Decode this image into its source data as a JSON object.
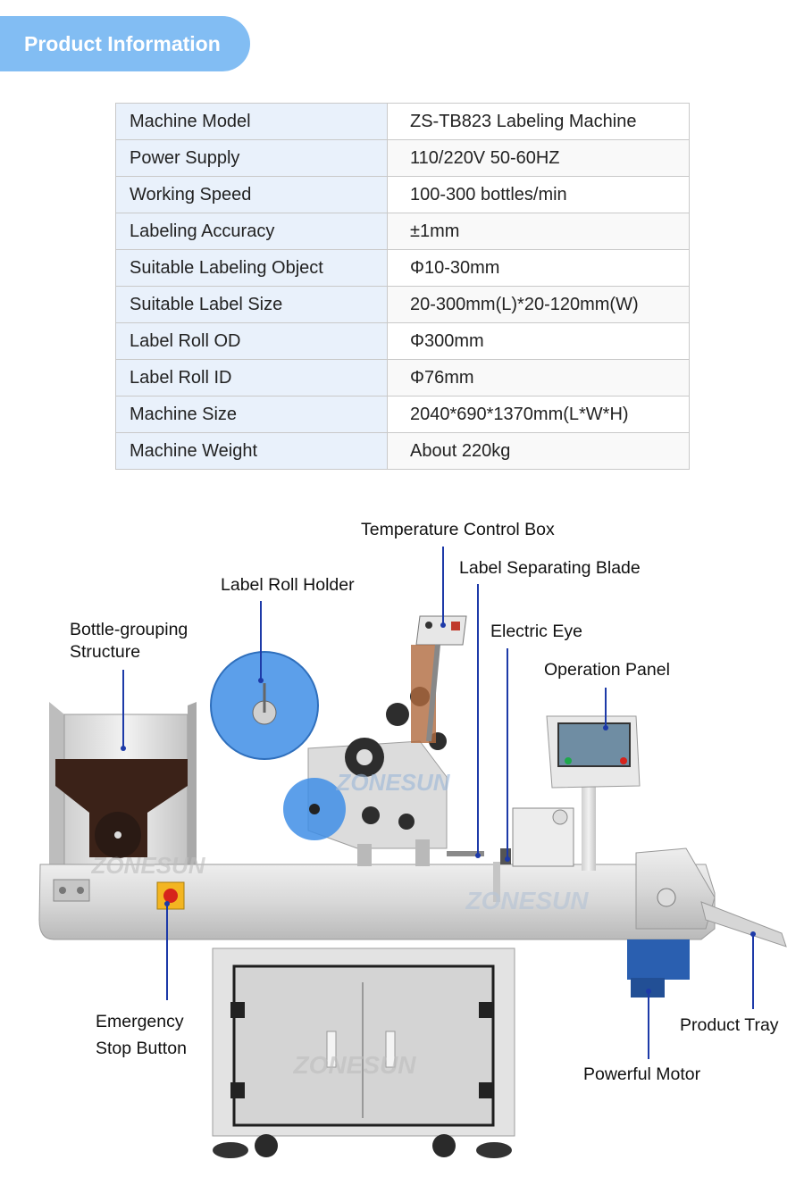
{
  "header": {
    "title": "Product Information"
  },
  "specs": [
    {
      "key": "Machine Model",
      "value": "ZS-TB823 Labeling Machine"
    },
    {
      "key": "Power Supply",
      "value": "110/220V 50-60HZ"
    },
    {
      "key": "Working Speed",
      "value": "100-300 bottles/min"
    },
    {
      "key": "Labeling Accuracy",
      "value": "±1mm"
    },
    {
      "key": "Suitable Labeling Object",
      "value": "Φ10-30mm"
    },
    {
      "key": "Suitable Label Size",
      "value": "20-300mm(L)*20-120mm(W)"
    },
    {
      "key": "Label Roll OD",
      "value": "Φ300mm"
    },
    {
      "key": "Label Roll ID",
      "value": "Φ76mm"
    },
    {
      "key": "Machine Size",
      "value": "2040*690*1370mm(L*W*H)"
    },
    {
      "key": "Machine Weight",
      "value": "About 220kg"
    }
  ],
  "callouts": {
    "temperature_control_box": "Temperature Control Box",
    "label_separating_blade": "Label Separating Blade",
    "label_roll_holder": "Label Roll Holder",
    "electric_eye": "Electric Eye",
    "bottle_grouping": "Bottle-grouping\nStructure",
    "operation_panel": "Operation Panel",
    "emergency_stop": "Emergency\nStop Button",
    "product_tray": "Product Tray",
    "powerful_motor": "Powerful Motor"
  },
  "watermark": "ZONESUN",
  "colors": {
    "accent": "#82bdf3",
    "callout_line": "#1d3aa8",
    "label_roll": "#3f8ee6"
  }
}
